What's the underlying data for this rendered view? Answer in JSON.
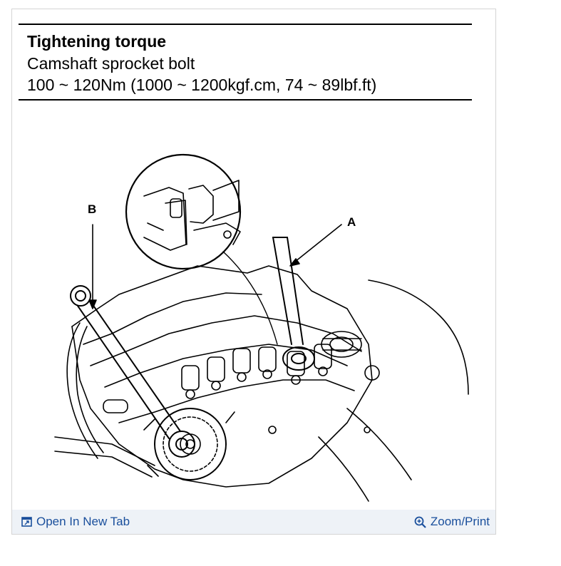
{
  "spec": {
    "title": "Tightening torque",
    "item": "Camshaft sprocket bolt",
    "value": "100 ~ 120Nm (1000 ~ 1200kgf.cm, 74 ~ 89lbf.ft)"
  },
  "figure": {
    "callout_a": "A",
    "callout_b": "B"
  },
  "toolbar": {
    "open_new_tab": "Open In New Tab",
    "zoom_print": "Zoom/Print",
    "open_icon": "open-in-new-tab-icon",
    "zoom_icon": "magnifier-plus-icon"
  },
  "colors": {
    "link": "#1a4f9c",
    "toolbar_bg": "#eef2f7",
    "frame_border": "#d4d4d4"
  }
}
